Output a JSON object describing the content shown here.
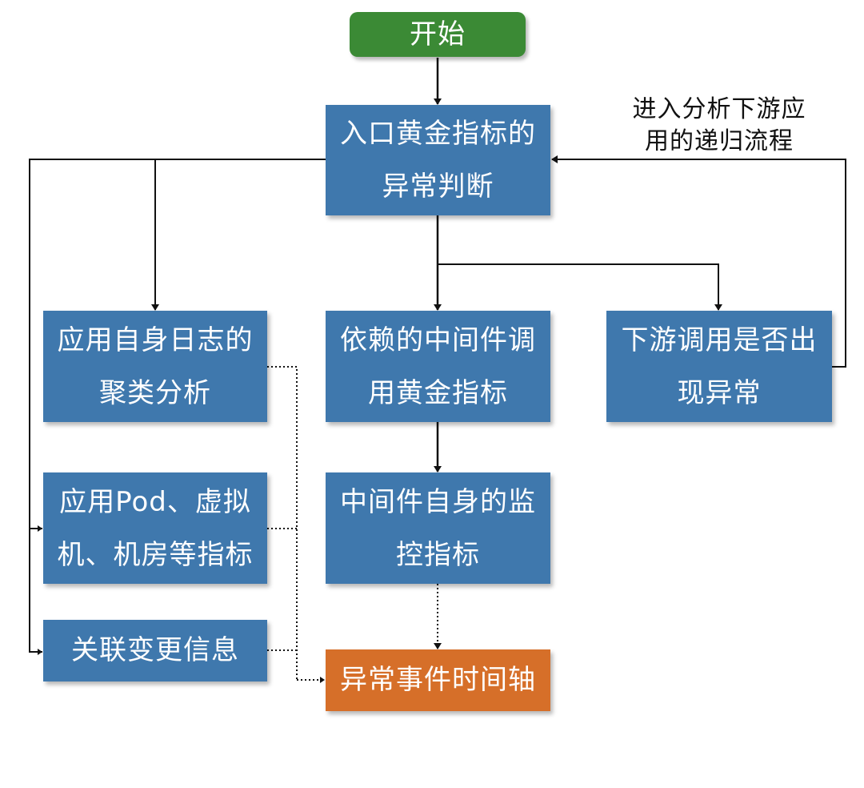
{
  "nodes": {
    "start": "开始",
    "entry_golden_metrics": "入口黄金指标的\n异常判断",
    "app_log_clustering": "应用自身日志的\n聚类分析",
    "middleware_call_metrics": "依赖的中间件调\n用黄金指标",
    "downstream_anomaly": "下游调用是否出\n现异常",
    "pod_vm_room_metrics": "应用Pod、虚拟\n机、机房等指标",
    "middleware_self_monitoring": "中间件自身的监\n控指标",
    "change_info": "关联变更信息",
    "anomaly_timeline": "异常事件时间轴"
  },
  "annotations": {
    "recursive_flow": "进入分析下游应\n用的递归流程"
  },
  "colors": {
    "start": "#3b8a35",
    "process": "#3f78ad",
    "timeline": "#d66f29",
    "line": "#111111"
  }
}
